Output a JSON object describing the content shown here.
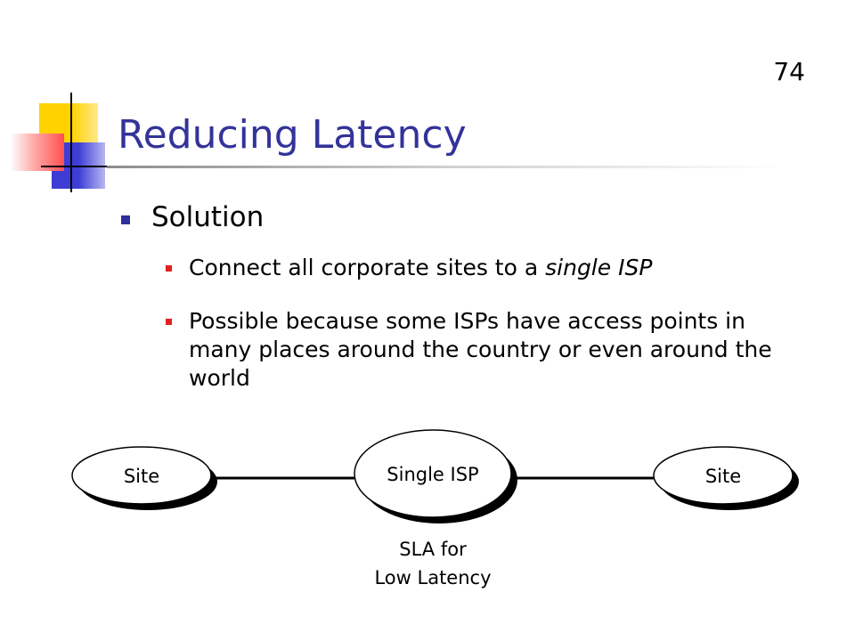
{
  "slide": {
    "page_number": "74",
    "title": "Reducing Latency",
    "bullet_main": "Solution",
    "sub_bullets": [
      {
        "before": "Connect all corporate sites to a ",
        "emphasis": "single ISP"
      },
      {
        "text": "Possible because some ISPs have access points in many places around the country or even around the world"
      }
    ]
  },
  "diagram": {
    "nodes": [
      {
        "label": "Site"
      },
      {
        "label": "Single ISP"
      },
      {
        "label": "Site"
      }
    ],
    "caption_line1": "SLA for",
    "caption_line2": "Low Latency"
  },
  "colors": {
    "title": "#33339a",
    "bullet_l1": "#2f2f9a",
    "bullet_l2": "#e02020",
    "deco_yellow": "#ffd200",
    "deco_blue": "#3d3dd6",
    "deco_red": "#ff5050"
  }
}
